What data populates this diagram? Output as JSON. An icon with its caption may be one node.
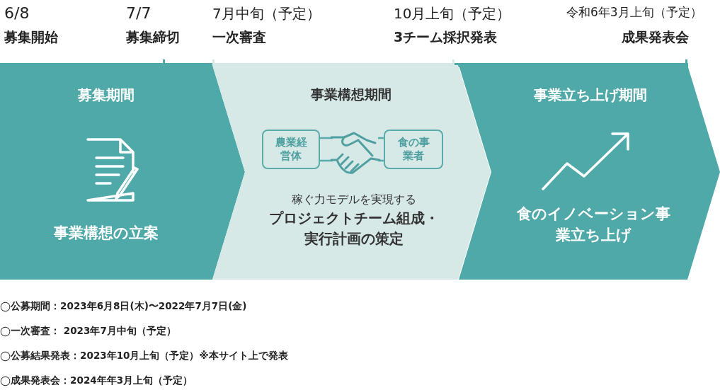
{
  "diagram": {
    "nodes": [
      {
        "text": [
          "募集期間",
          "事業構想の立案"
        ]
      },
      {
        "text": [
          "事業構想期間",
          "稼ぐ力モデルを実現する",
          "プロジェクトチーム組成・実行計画の策定"
        ]
      },
      {
        "text": [
          "農業経営体"
        ],
        "in": 1
      },
      {
        "text": [],
        "shape": "picture",
        "in": 1
      },
      {
        "text": [
          "食の事業者"
        ],
        "in": 1
      },
      {
        "text": [
          "事業立ち上げ期間",
          "食のイノベーション事業立ち上げ"
        ]
      }
    ],
    "edges": [
      {
        "from": 2,
        "to": 3,
        "arrow": "none"
      },
      {
        "from": 4,
        "to": 3,
        "arrow": "none"
      }
    ],
    "labels": [
      "6/8",
      "募集開始",
      "7/7",
      "募集締切",
      "7月中旬（予定）",
      "一次審査",
      "10月上旬（予定）",
      "3チーム採択発表",
      "令和6年3月上旬（予定）",
      "成果発表会",
      "◯公募期間：2023年6月8日(木)〜2022年7月7日(金)",
      "◯一次審査： 2023年7月中旬（予定）",
      "◯公募結果発表：2023年10月上旬（予定）※本サイト上で発表",
      "◯成果発表会：2024年年3月上旬（予定）"
    ]
  }
}
